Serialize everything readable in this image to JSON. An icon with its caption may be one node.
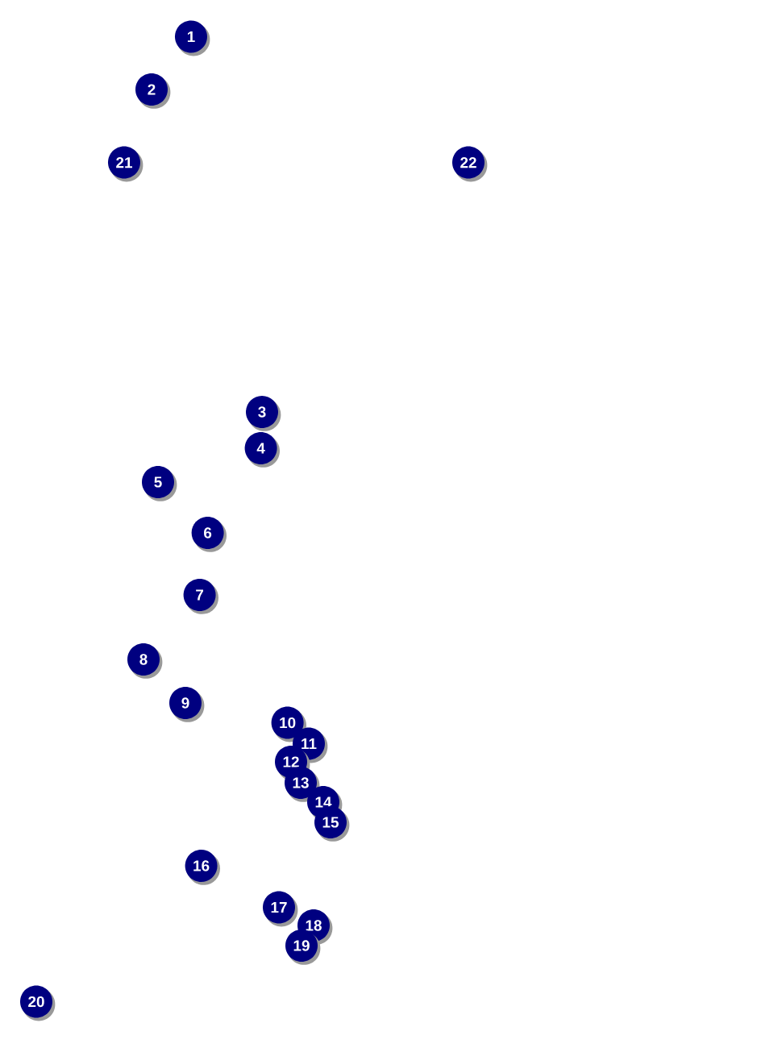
{
  "diagram": {
    "labels": [
      "1",
      "2",
      "21",
      "22",
      "3",
      "4",
      "5",
      "6",
      "7",
      "8",
      "9",
      "10",
      "11",
      "12",
      "13",
      "14",
      "15",
      "16",
      "17",
      "18",
      "19",
      "20"
    ]
  }
}
